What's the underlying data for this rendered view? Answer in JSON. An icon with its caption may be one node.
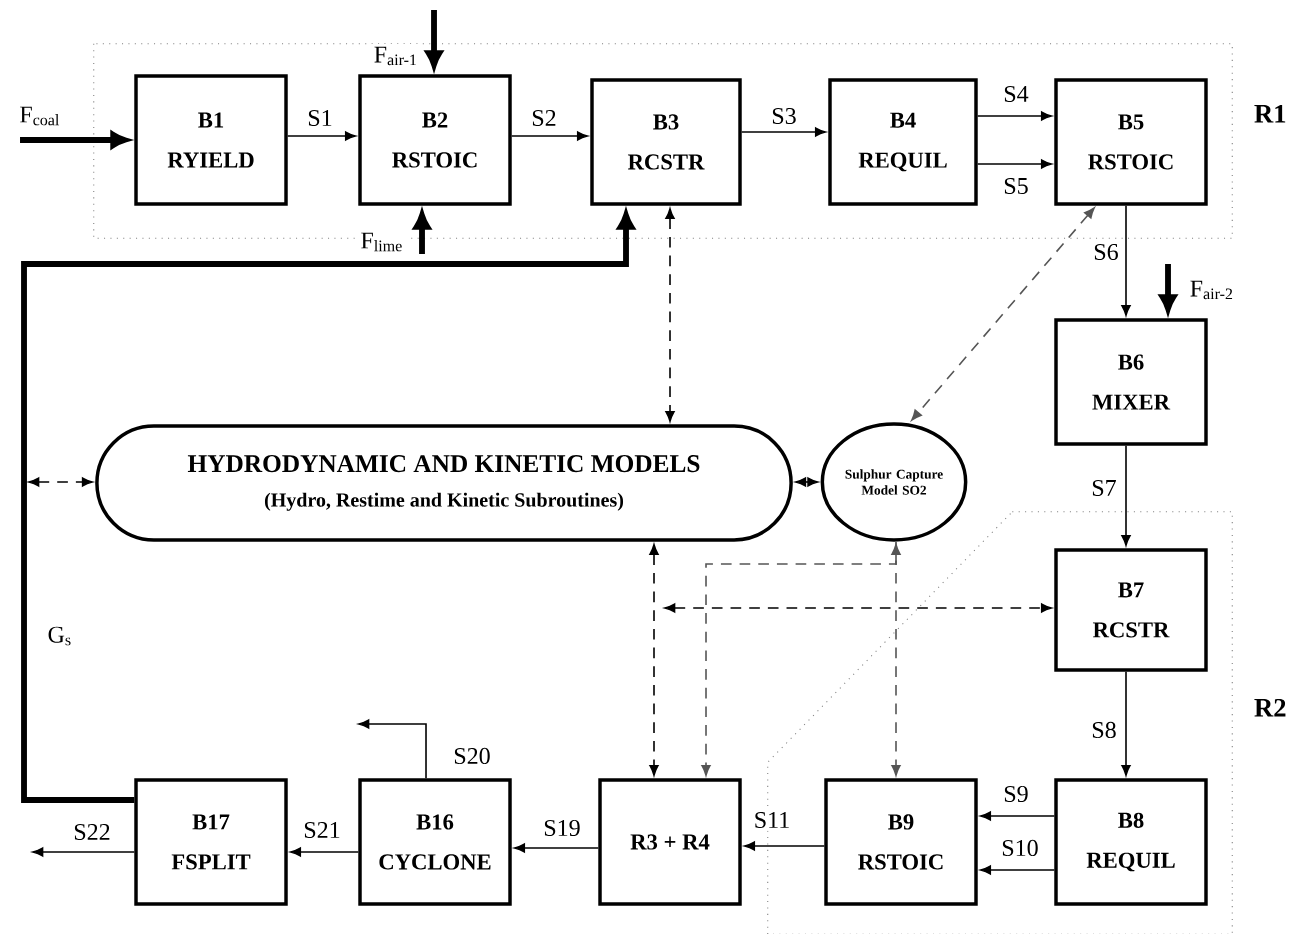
{
  "diagram": {
    "nodes": [
      {
        "text": [
          "R1"
        ]
      },
      {
        "text": [
          "B1",
          "RYIELD"
        ],
        "in": 0
      },
      {
        "text": [
          "B2",
          "RSTOIC"
        ],
        "in": 0
      },
      {
        "text": [
          "B3",
          "RCSTR"
        ],
        "in": 0
      },
      {
        "text": [
          "B4",
          "REQUIL"
        ],
        "in": 0
      },
      {
        "text": [
          "B5",
          "RSTOIC"
        ],
        "in": 0
      },
      {
        "text": [
          "B6",
          "MIXER"
        ]
      },
      {
        "text": [
          "HYDRODYNAMIC AND KINETIC MODELS",
          "(Hydro, Restime and Kinetic Subroutines)"
        ]
      },
      {
        "text": [
          "Sulphur Capture Model SO2"
        ]
      },
      {
        "text": [
          "R2"
        ]
      },
      {
        "text": [
          "B7",
          "RCSTR"
        ],
        "in": 9
      },
      {
        "text": [
          "B8",
          "REQUIL"
        ],
        "in": 9
      },
      {
        "text": [
          "B9",
          "RSTOIC"
        ],
        "in": 9
      },
      {
        "text": [
          "R3 + R4"
        ]
      },
      {
        "text": [
          "B16",
          "CYCLONE"
        ]
      },
      {
        "text": [
          "B17",
          "FSPLIT"
        ]
      }
    ],
    "edges": [
      {
        "from": null,
        "to": 1,
        "arrow": "to",
        "label": "F$_{coal}$",
        "style": "thick"
      },
      {
        "from": 1,
        "to": 2,
        "arrow": "to",
        "label": "S1"
      },
      {
        "from": null,
        "to": 2,
        "arrow": "to",
        "label": "F$_{air-1}$",
        "style": "thick"
      },
      {
        "from": null,
        "to": 2,
        "arrow": "to",
        "label": "F$_{lime}$",
        "style": "thick"
      },
      {
        "from": 2,
        "to": 3,
        "arrow": "to",
        "label": "S2"
      },
      {
        "from": 3,
        "to": 4,
        "arrow": "to",
        "label": "S3"
      },
      {
        "from": 4,
        "to": 5,
        "arrow": "to",
        "label": "S4"
      },
      {
        "from": 4,
        "to": 5,
        "arrow": "to",
        "label": "S5"
      },
      {
        "from": 5,
        "to": 6,
        "arrow": "to",
        "label": "S6"
      },
      {
        "from": null,
        "to": 6,
        "arrow": "to",
        "label": "F$_{air-2}$",
        "style": "thick"
      },
      {
        "from": 6,
        "to": 10,
        "arrow": "to",
        "label": "S7"
      },
      {
        "from": 10,
        "to": 11,
        "arrow": "to",
        "label": "S8"
      },
      {
        "from": 11,
        "to": 12,
        "arrow": "to",
        "label": "S9"
      },
      {
        "from": 11,
        "to": 12,
        "arrow": "to",
        "label": "S10"
      },
      {
        "from": 12,
        "to": 13,
        "arrow": "to",
        "label": "S11"
      },
      {
        "from": 13,
        "to": 14,
        "arrow": "to",
        "label": "S19"
      },
      {
        "from": 14,
        "to": null,
        "arrow": "to",
        "label": "S20"
      },
      {
        "from": 14,
        "to": 15,
        "arrow": "to",
        "label": "S21"
      },
      {
        "from": 15,
        "to": null,
        "arrow": "to",
        "label": "S22"
      },
      {
        "from": 15,
        "to": 3,
        "arrow": "to",
        "label": "G$_{s}$",
        "style": "thick"
      },
      {
        "from": 3,
        "to": 7,
        "arrow": "both",
        "style": "dashed"
      },
      {
        "from": 5,
        "to": 8,
        "arrow": "both",
        "style": "dashed",
        "color": "#555555"
      },
      {
        "from": 7,
        "to": 8,
        "arrow": "both"
      },
      {
        "from": null,
        "to": 7,
        "arrow": "both",
        "style": "dashed"
      },
      {
        "from": 7,
        "to": 13,
        "arrow": "both",
        "style": "dashed"
      },
      {
        "from": null,
        "to": 10,
        "arrow": "both",
        "style": "dashed"
      },
      {
        "from": 8,
        "to": 12,
        "arrow": "both",
        "style": "dashed",
        "color": "#555555"
      },
      {
        "from": 8,
        "to": 13,
        "arrow": "to",
        "style": "dashed",
        "color": "#555555"
      }
    ]
  }
}
